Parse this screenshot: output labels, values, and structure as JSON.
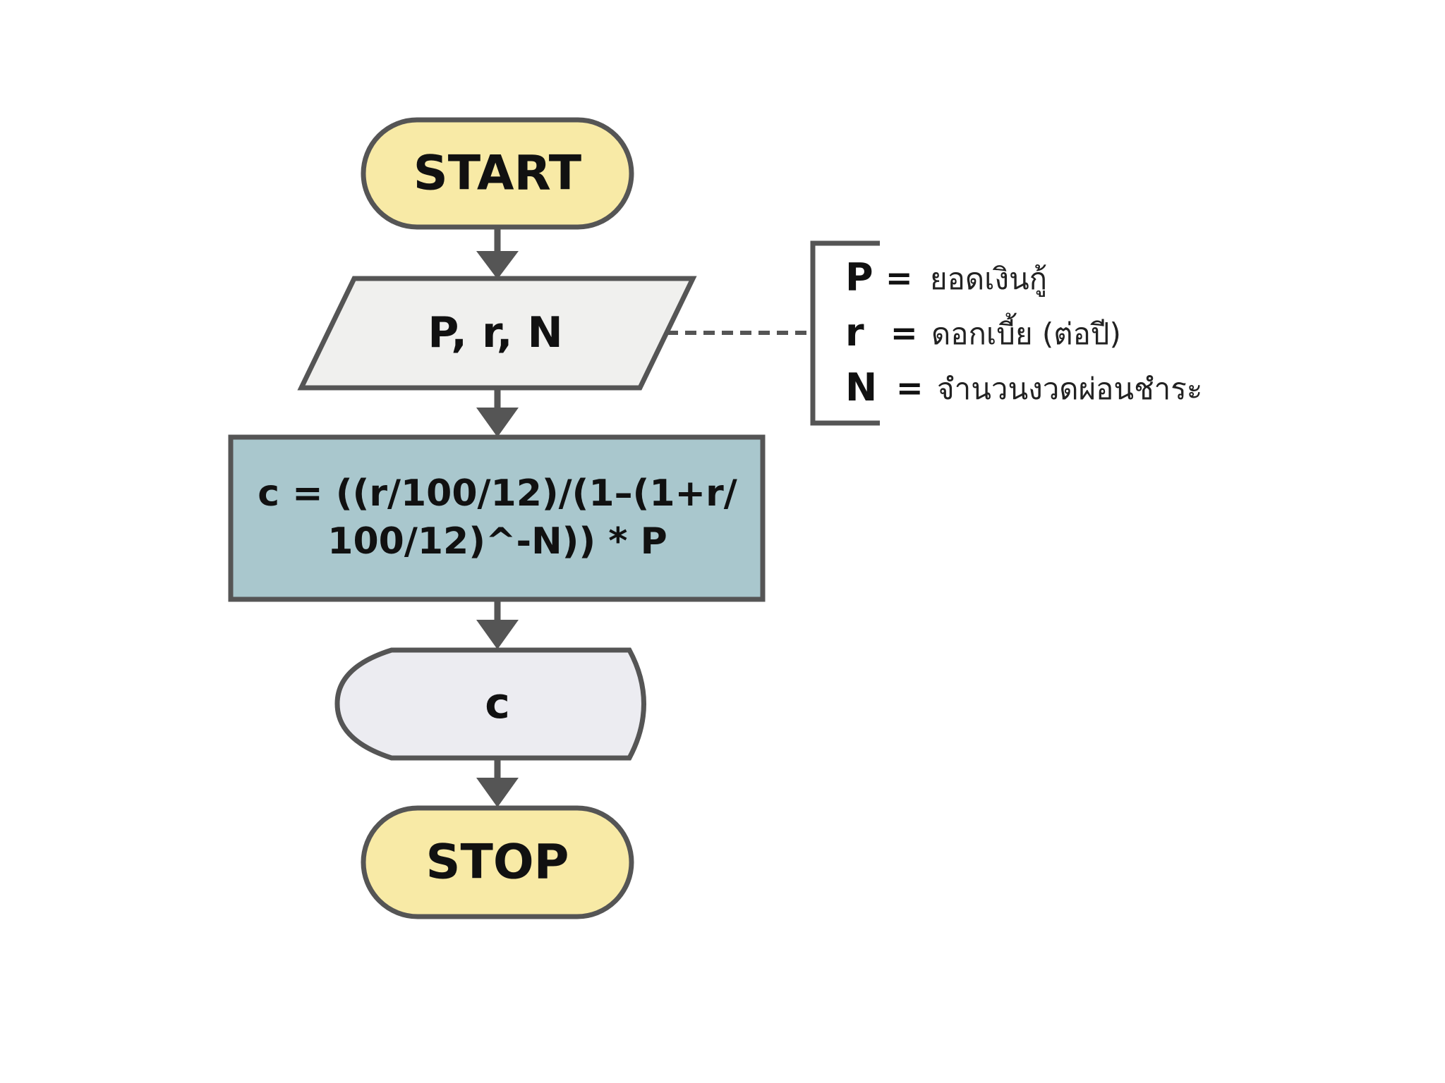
{
  "flowchart": {
    "start": {
      "label": "START"
    },
    "input": {
      "label": "P, r, N"
    },
    "process": {
      "line1": "c = ((r/100/12)/(1–(1+r/",
      "line2": "100/12)^-N)) * P"
    },
    "output": {
      "label": "c"
    },
    "stop": {
      "label": "STOP"
    }
  },
  "legend": {
    "items": [
      {
        "var": "P",
        "eq": "=",
        "desc": "ยอดเงินกู้"
      },
      {
        "var": "r",
        "eq": "=",
        "desc": "ดอกเบี้ย (ต่อปี)"
      },
      {
        "var": "N",
        "eq": "=",
        "desc": "จำนวนงวดผ่อนชำระ"
      }
    ]
  },
  "colors": {
    "terminal_fill": "#f8eaa6",
    "input_fill": "#f0f0ee",
    "process_fill": "#a9c7cd",
    "output_fill": "#ececf1",
    "stroke": "#555555"
  }
}
